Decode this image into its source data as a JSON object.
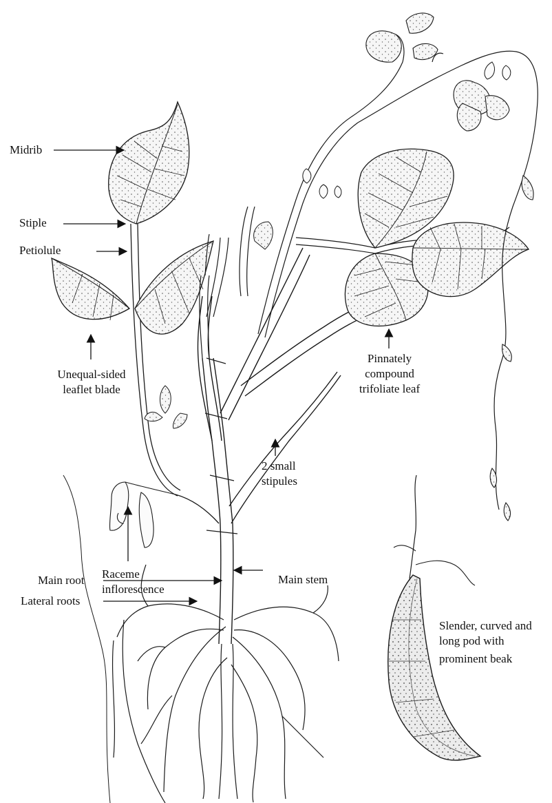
{
  "labels": {
    "midrib": "Midrib",
    "stiple": "Stiple",
    "petiolule": "Petiolule",
    "leaflet_blade": [
      "Unequal-sided",
      "leaflet blade"
    ],
    "raceme": [
      "Raceme",
      "inflorescence"
    ],
    "main_root": "Main root",
    "lateral_roots": "Lateral roots",
    "pinnate_leaf": [
      "Pinnately",
      "compound",
      "trifoliate leaf"
    ],
    "stipules": [
      "2 small",
      "stipules"
    ],
    "main_stem": "Main stem",
    "pod": [
      "Slender, curved and",
      "long pod with",
      "prominent beak"
    ]
  },
  "colors": {
    "ink": "#1a1a1a",
    "leaf_fill": "#f4f4f4",
    "pod_fill": "#e9e9e9"
  }
}
